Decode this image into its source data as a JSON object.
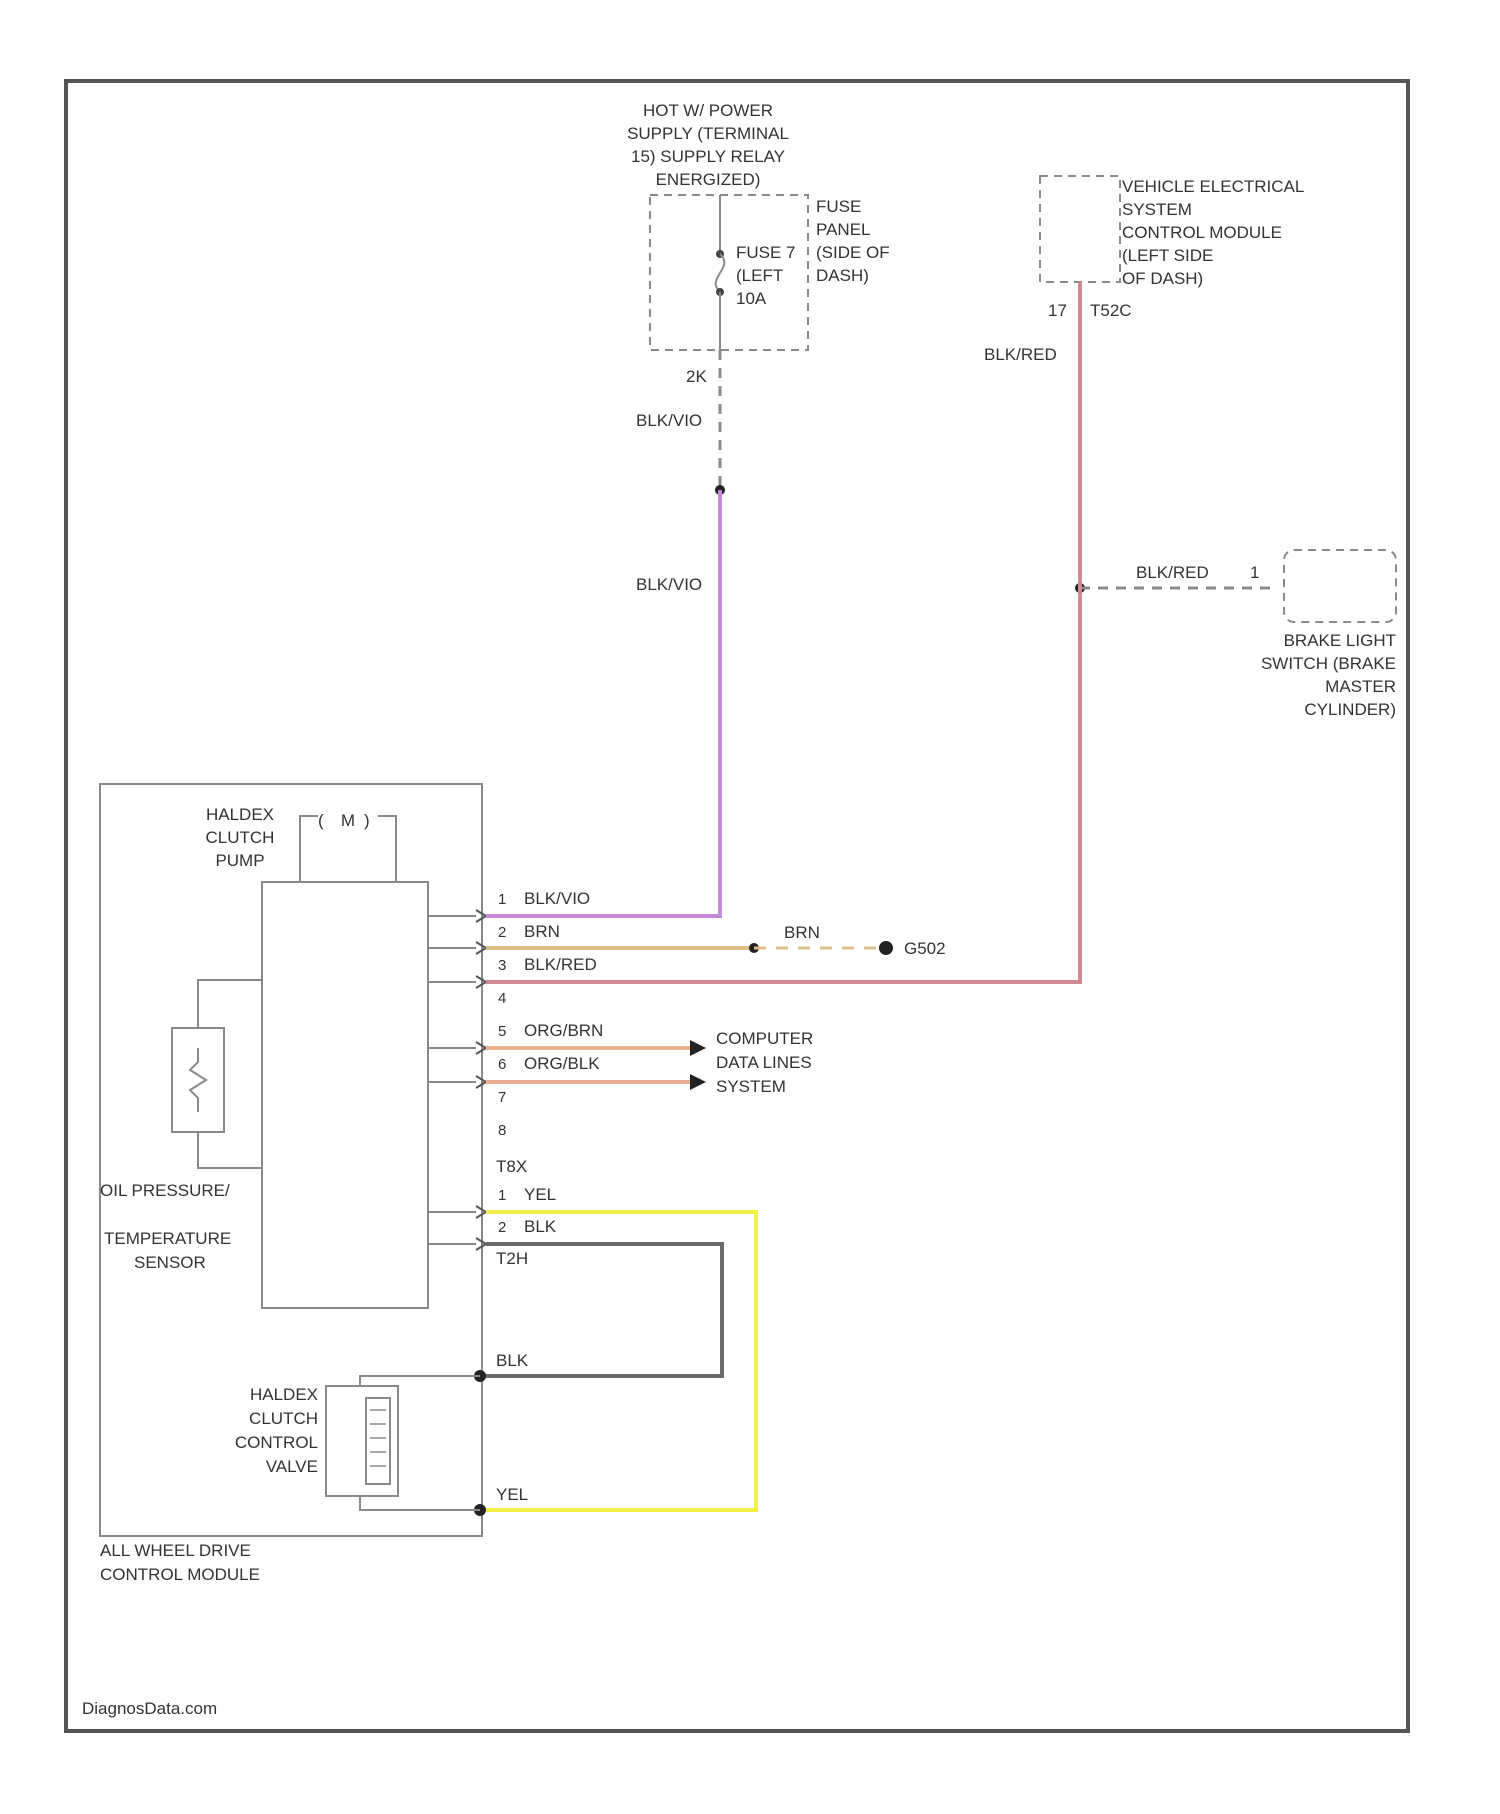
{
  "diagram": {
    "power_supply_label": [
      "HOT W/ POWER",
      "SUPPLY (TERMINAL",
      "15) SUPPLY RELAY",
      "ENERGIZED)"
    ],
    "fuse_panel_label": [
      "FUSE",
      "PANEL",
      "(SIDE OF",
      "DASH)"
    ],
    "fuse_label": [
      "FUSE 7",
      "(LEFT",
      "10A"
    ],
    "connector_2k": "2K",
    "wire_blk_vio_1": "BLK/VIO",
    "wire_blk_vio_2": "BLK/VIO",
    "vecm_label": [
      "VEHICLE ELECTRICAL",
      "SYSTEM",
      "CONTROL MODULE",
      "(LEFT SIDE",
      "OF DASH)"
    ],
    "vecm_pin": "17",
    "vecm_conn": "T52C",
    "wire_blk_red_1": "BLK/RED",
    "wire_blk_red_2": "BLK/RED",
    "brake_pin": "1",
    "brake_label": [
      "BRAKE LIGHT",
      "SWITCH (BRAKE",
      "MASTER",
      "CYLINDER)"
    ],
    "pump_label": [
      "HALDEX",
      "CLUTCH",
      "PUMP"
    ],
    "motor_symbol": "M",
    "pins": [
      {
        "num": "1",
        "wire": "BLK/VIO"
      },
      {
        "num": "2",
        "wire": "BRN"
      },
      {
        "num": "3",
        "wire": "BLK/RED"
      },
      {
        "num": "4",
        "wire": ""
      },
      {
        "num": "5",
        "wire": "ORG/BRN"
      },
      {
        "num": "6",
        "wire": "ORG/BLK"
      },
      {
        "num": "7",
        "wire": ""
      },
      {
        "num": "8",
        "wire": ""
      }
    ],
    "brn_splice_label": "BRN",
    "ground_label": "G502",
    "computer_label": [
      "COMPUTER",
      "DATA LINES",
      "SYSTEM"
    ],
    "conn_t8x": "T8X",
    "pins2": [
      {
        "num": "1",
        "wire": "YEL"
      },
      {
        "num": "2",
        "wire": "BLK"
      }
    ],
    "conn_t2h": "T2H",
    "sensor_label": [
      "OIL PRESSURE/",
      "TEMPERATURE",
      "SENSOR"
    ],
    "valve_label": [
      "HALDEX",
      "CLUTCH",
      "CONTROL",
      "VALVE"
    ],
    "wire_blk": "BLK",
    "wire_yel": "YEL",
    "module_label": [
      "ALL WHEEL DRIVE",
      "CONTROL MODULE"
    ],
    "watermark": "DiagnosData.com"
  },
  "colors": {
    "frame": "#555555",
    "component": "#8a8a8a",
    "violet": "#c48ad6",
    "red": "#d08a92",
    "brown": "#dcc08a",
    "orange": "#e8b090",
    "yellow": "#f2ee4a",
    "black": "#6a6a6a"
  }
}
